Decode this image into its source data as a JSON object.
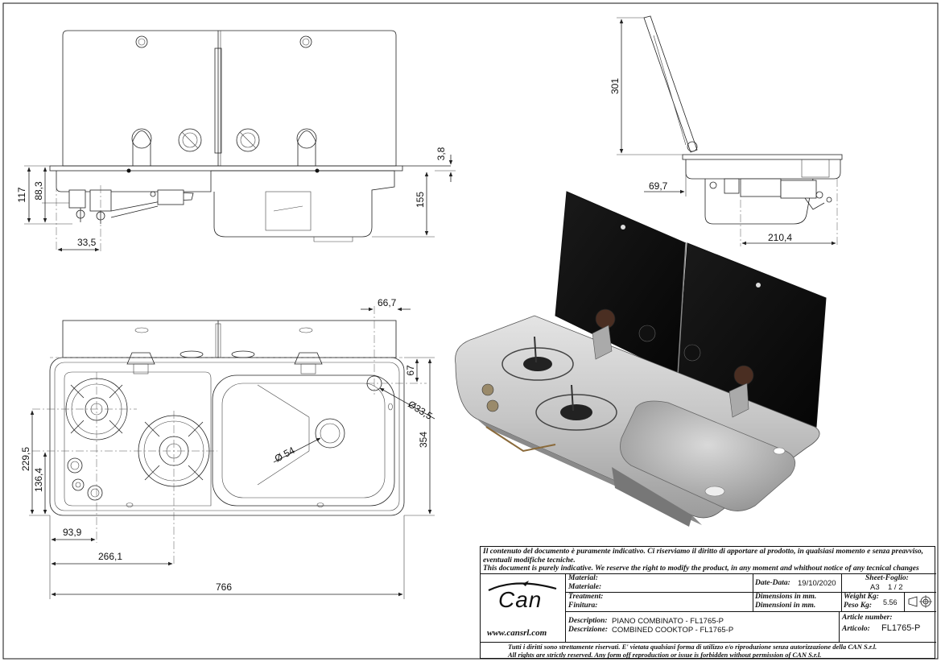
{
  "drawing": {
    "dimensions": {
      "side_height_total": "117",
      "side_body_height": "88,3",
      "knob_offset": "33,5",
      "glass_thickness": "3,8",
      "sink_depth": "155",
      "lid_height": "301",
      "hinge_offset": "69,7",
      "sink_width_side": "210,4",
      "tap_hole_offset_x": "66,7",
      "tap_hole_offset_y": "67",
      "tap_hole_diameter": "Ø33,5",
      "drain_diameter": "Ø 54",
      "burner_axis_height": "229,5",
      "knob_axis_height": "136,4",
      "burner1_x": "93,9",
      "burner2_x": "266,1",
      "overall_width": "766",
      "overall_depth": "354"
    }
  },
  "title_block": {
    "disclaimer_it": "Il contenuto del documento è puramente indicativo. Ci riserviamo il diritto di apportare al prodotto, in qualsiasi momento e senza preavviso, eventuali modifiche tecniche.",
    "disclaimer_en": "This document is purely indicative. We reserve the right to modify the product, in any moment and whithout notice of any tecnical changes",
    "logo_text": "Can",
    "website": "www.cansrl.com",
    "material_label_en": "Material:",
    "material_label_it": "Materiale:",
    "treatment_label_en": "Treatment:",
    "treatment_label_it": "Finitura:",
    "date_label": "Date-Data:",
    "date_value": "19/10/2020",
    "dimensions_label_en": "Dimensions in mm.",
    "dimensions_label_it": "Dimensioni in mm.",
    "sheet_label": "Sheet-Foglio:",
    "sheet_size": "A3",
    "sheet_number": "1 / 2",
    "weight_label_en": "Weight Kg:",
    "weight_label_it": "Peso Kg:",
    "weight_value": "5.56",
    "description_label_en": "Description:",
    "description_value_it": "PIANO COMBINATO - FL1765-P",
    "description_label_it": "Descrizione:",
    "description_value_en": "COMBINED COOKTOP - FL1765-P",
    "article_label_en": "Article number:",
    "article_label_it": "Articolo:",
    "article_value": "FL1765-P",
    "rights_it": "Tutti i diritti sono strettamente riservati. E' vietata qualsiasi forma di utilizzo e/o riproduzione senza autorizzazione della CAN S.r.l.",
    "rights_en": "All rights are strictly reserved. Any form off reproduction or issue is forbidden without permission of CAN S.r.l."
  }
}
